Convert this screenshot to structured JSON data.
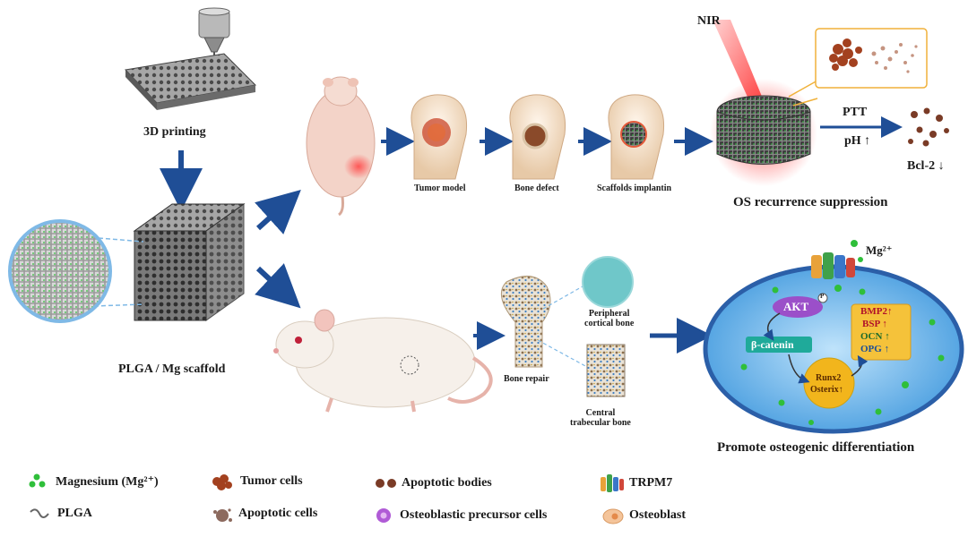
{
  "labels": {
    "printing": "3D printing",
    "scaffold": "PLGA / Mg scaffold",
    "tumor_model": "Tumor model",
    "bone_defect": "Bone  defect",
    "scaffold_implant": "Scaffolds  implantin",
    "nir": "NIR",
    "ptt": "PTT",
    "ph": "pH ↑",
    "bcl2": "Bcl-2 ↓",
    "os_recurrence": "OS recurrence suppression",
    "bone_repair": "Bone repair",
    "peripheral": "Peripheral\ncortical bone",
    "central": "Central\ntrabecular bone",
    "mg_ion": "Mg²⁺",
    "akt": "AKT",
    "p": "P",
    "beta_catenin": "β-catenin",
    "runx2": "Runx2",
    "osterix": "Osterix↑",
    "bmp2": "BMP2↑",
    "bsp": "BSP  ↑",
    "ocn": "OCN ↑",
    "opg": "OPG ↑",
    "osteo_diff": "Promote osteogenic differentiation"
  },
  "legend": [
    {
      "icon": "magnesium-icon",
      "label": "Magnesium (Mg²⁺)"
    },
    {
      "icon": "tumor-cell-icon",
      "label": "Tumor cells"
    },
    {
      "icon": "apoptotic-bodies-icon",
      "label": "Apoptotic bodies"
    },
    {
      "icon": "trpm7-icon",
      "label": "TRPM7"
    },
    {
      "icon": "plga-icon",
      "label": "PLGA"
    },
    {
      "icon": "apoptotic-cell-icon",
      "label": "Apoptotic cells"
    },
    {
      "icon": "osteoblastic-precursor-icon",
      "label": "Osteoblastic precursor cells"
    },
    {
      "icon": "osteoblast-icon",
      "label": "Osteoblast"
    }
  ],
  "colors": {
    "arrow": "#1f4e96",
    "magnesium": "#2fbf3a",
    "tumor": "#b0451f",
    "cell_membrane": "#2b7fc4",
    "cell_fill": "#3a8fd6",
    "nucleus": "#f2b51c",
    "akt": "#9b4fc9",
    "beta_catenin": "#1faa9a",
    "marker_box": "#f5c23a",
    "laser": "#e02020"
  }
}
